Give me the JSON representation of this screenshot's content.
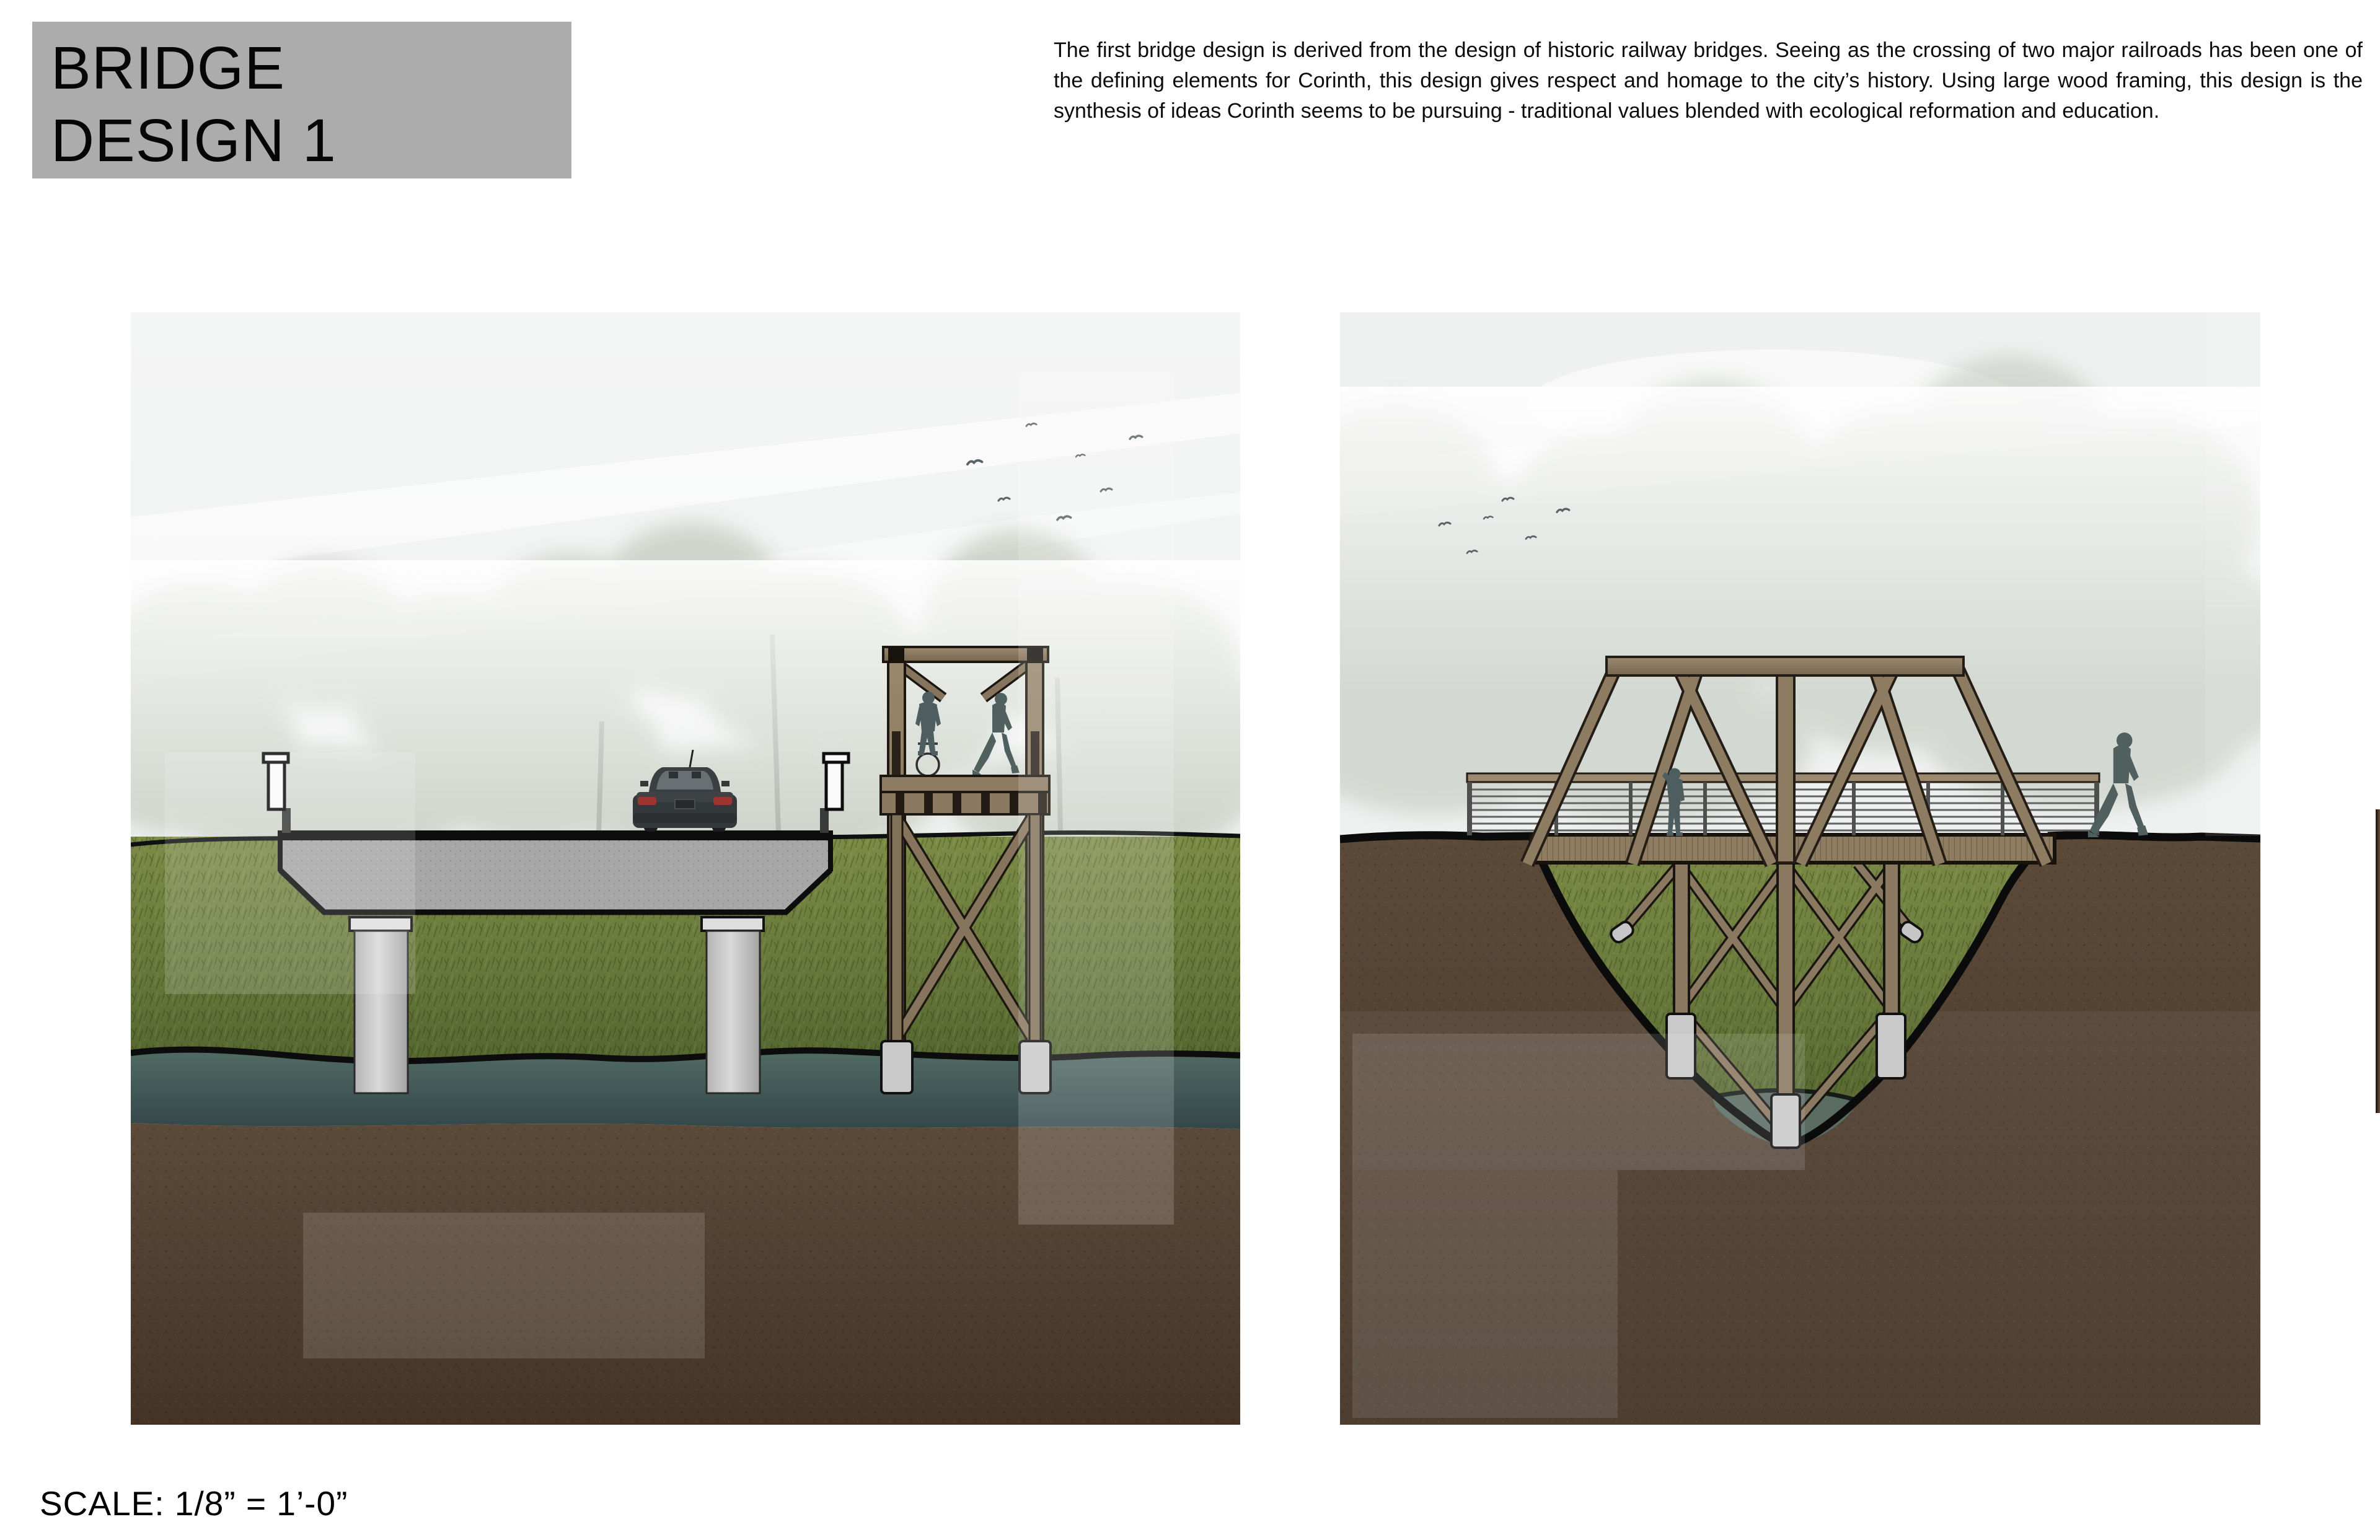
{
  "title_block": {
    "line1": "BRIDGE",
    "line2": "DESIGN 1",
    "background": "#acacac"
  },
  "description": {
    "text": "The first bridge design is derived from the design of historic railway bridges. Seeing as the crossing of two major railroads has been one of the defining elements for Corinth, this design gives respect and homage to the city’s history. Using large wood framing, this design is the synthesis of ideas Corinth seems to be pursuing - traditional values blended with ecological reformation and education."
  },
  "scale_note": {
    "label": "SCALE: 1/8” = 1’-0”"
  },
  "drawings": {
    "left": {
      "name": "vehicular-bridge-section",
      "content": [
        "concrete deck on two round piers",
        "car on deck",
        "timber observation tower with cyclist and pedestrian",
        "grass bank",
        "water line",
        "soil section",
        "birds"
      ]
    },
    "right": {
      "name": "timber-truss-pedestrian-bridge-section",
      "content": [
        "twin trapezoidal timber trusses",
        "cable railing",
        "timber trestle in ravine",
        "standing person on deck",
        "person walking on bank",
        "water pocket at ravine bottom",
        "birds"
      ]
    }
  },
  "palette": {
    "title_gray": "#acacac",
    "sky": "#f2f3f3",
    "trees_faded": "#b3bbae",
    "grass": "#6b7c3c",
    "water": "#46605a",
    "soil": "#54422f",
    "concrete": "#a6a6a6",
    "wood": "#8a7860",
    "figure_silhouette": "#4e5d5f",
    "outline_black": "#0d0d0d"
  }
}
